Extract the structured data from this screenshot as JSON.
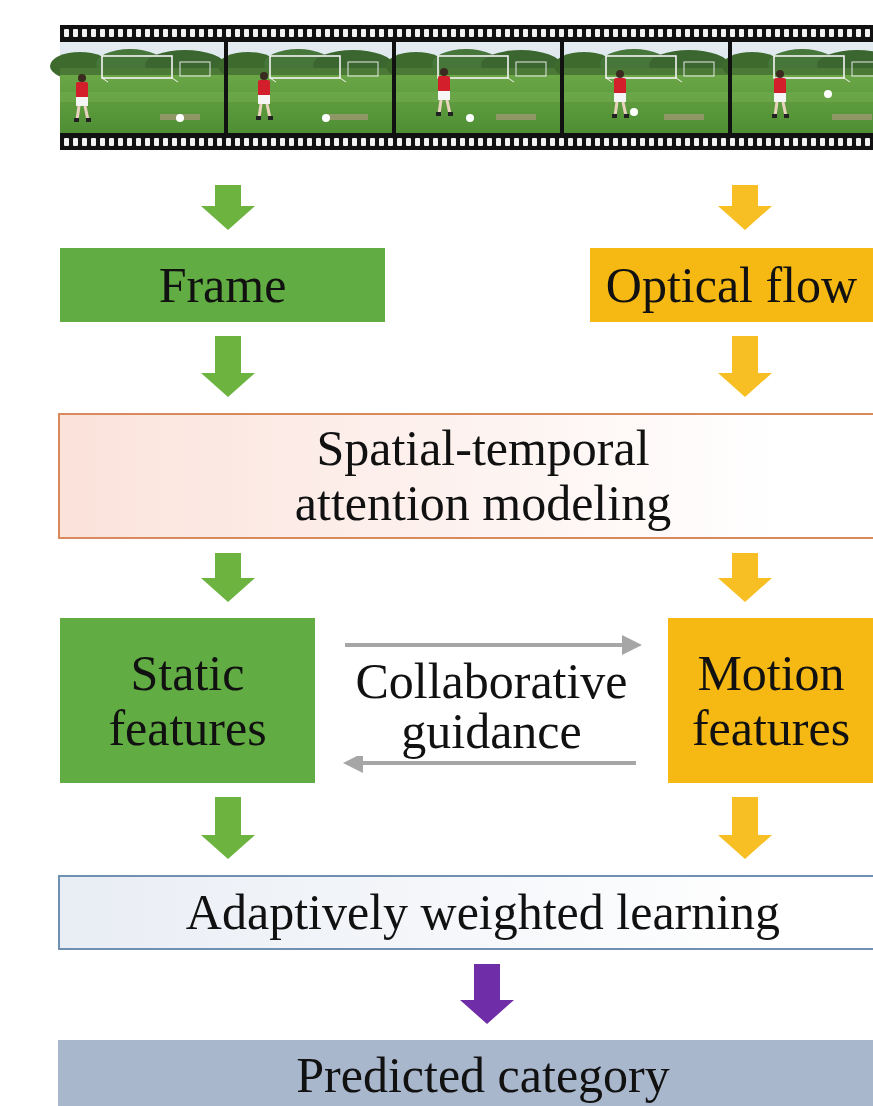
{
  "diagram": {
    "nodes": [
      {
        "text": [
          "Frame"
        ]
      },
      {
        "text": [
          "Optical flow"
        ]
      },
      {
        "text": [
          "Spatial-temporal attention modeling"
        ]
      },
      {
        "text": [
          "Static features"
        ]
      },
      {
        "text": [
          "Motion features"
        ]
      },
      {
        "text": [
          "Adaptively weighted learning"
        ]
      },
      {
        "text": [
          "Predicted category"
        ]
      }
    ],
    "edges": [
      {
        "from": 0,
        "to": 2,
        "arrow": "to"
      },
      {
        "from": 1,
        "to": 2,
        "arrow": "to"
      },
      {
        "from": 2,
        "to": 3,
        "arrow": "to"
      },
      {
        "from": 2,
        "to": 4,
        "arrow": "to"
      },
      {
        "from": 3,
        "to": 4,
        "arrow": "to"
      },
      {
        "from": 4,
        "to": 3,
        "arrow": "to"
      },
      {
        "from": 3,
        "to": 5,
        "arrow": "to"
      },
      {
        "from": 4,
        "to": 5,
        "arrow": "to"
      },
      {
        "from": 5,
        "to": 6,
        "arrow": "to"
      }
    ],
    "labels": [
      "Collaborative guidance"
    ]
  }
}
